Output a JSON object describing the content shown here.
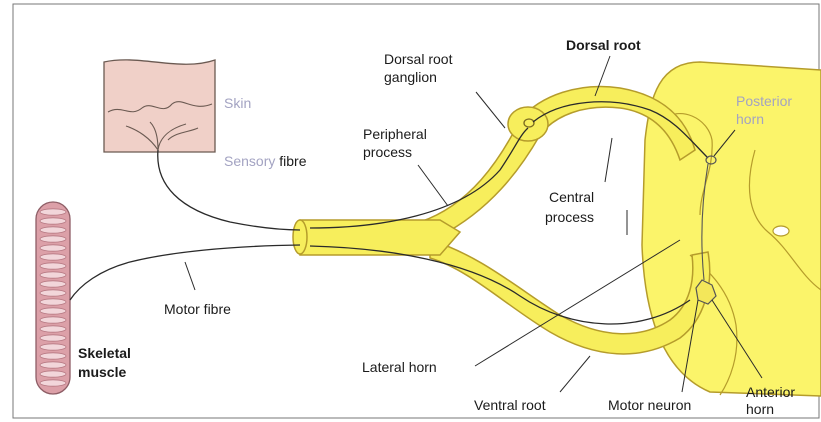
{
  "colors": {
    "nerve": "#f7ee5c",
    "nerve_outline": "#b59c2b",
    "cord": "#fbf46a",
    "muscle": "#dca0a8",
    "skin": "#f0d0c8",
    "line": "#2a2a2a",
    "light_label": "#a3a3c2"
  },
  "labels": {
    "skin": "Skin",
    "sensory_word": "Sensory",
    "fibre_word": "fibre",
    "dorsal_root_ganglion_1": "Dorsal root",
    "dorsal_root_ganglion_2": "ganglion",
    "dorsal_root": "Dorsal root",
    "peripheral_process_1": "Peripheral",
    "peripheral_process_2": "process",
    "posterior_horn_1": "Posterior",
    "posterior_horn_2": "horn",
    "central_process_1": "Central",
    "central_process_2": "process",
    "motor_fibre": "Motor fibre",
    "skeletal_muscle_1": "Skeletal",
    "skeletal_muscle_2": "muscle",
    "lateral_horn": "Lateral horn",
    "ventral_root": "Ventral root",
    "motor_neuron": "Motor neuron",
    "anterior_horn_1": "Anterior",
    "anterior_horn_2": "horn"
  }
}
